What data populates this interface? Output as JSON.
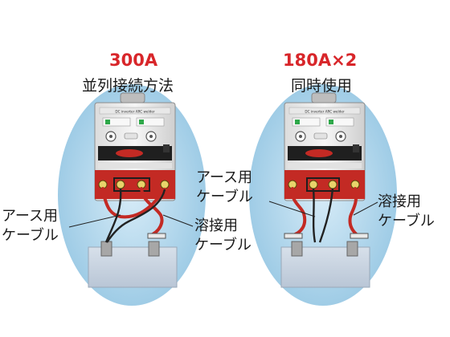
{
  "colors": {
    "accent_red": "#d8262a",
    "glow_blue": "#a9d4ec",
    "cable_red": "#c32a24",
    "cable_black": "#222222",
    "base_plate": "#c9d4e2"
  },
  "left_setup": {
    "title": "300A",
    "subtitle": "並列接続方法",
    "earth_cable_label": [
      "アース用",
      "ケーブル"
    ],
    "weld_cable_label": [
      "溶接用",
      "ケーブル"
    ]
  },
  "right_setup": {
    "title": "180A×2",
    "subtitle": "同時使用",
    "earth_cable_label": [
      "アース用",
      "ケーブル"
    ],
    "weld_cable_label": [
      "溶接用",
      "ケーブル"
    ]
  },
  "welder": {
    "model_text": "DC inverter ARC welder"
  }
}
